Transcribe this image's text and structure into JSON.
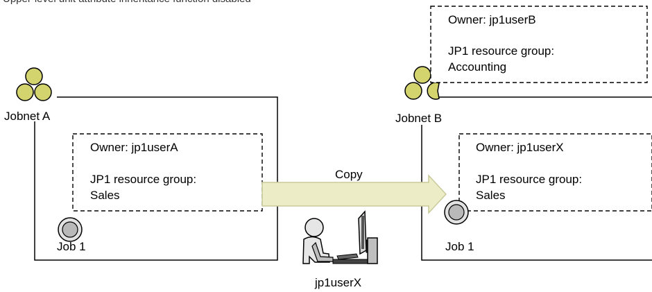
{
  "caption": "Upper-level unit attribute inheritance function disabled",
  "copy_label": "Copy",
  "user_label": "jp1userX",
  "colors": {
    "jobnet_fill": "#d4d46e",
    "arrow_fill": "#ecedc6",
    "arrow_stroke": "#c9ca9a",
    "job_outer": "#e2e2e2",
    "job_inner": "#b9b9b9"
  },
  "jobnet_a": {
    "name": "Jobnet A",
    "job_name": "Job 1",
    "owner": "Owner: jp1userA",
    "group_label": "JP1 resource group:",
    "group_value": "Sales"
  },
  "jobnet_b": {
    "name": "Jobnet B",
    "job_name": "Job 1",
    "owner": "Owner: jp1userB",
    "group_label": "JP1 resource group:",
    "group_value": "Accounting",
    "job_owner": "Owner: jp1userX",
    "job_group_label": "JP1 resource group:",
    "job_group_value": "Sales"
  }
}
